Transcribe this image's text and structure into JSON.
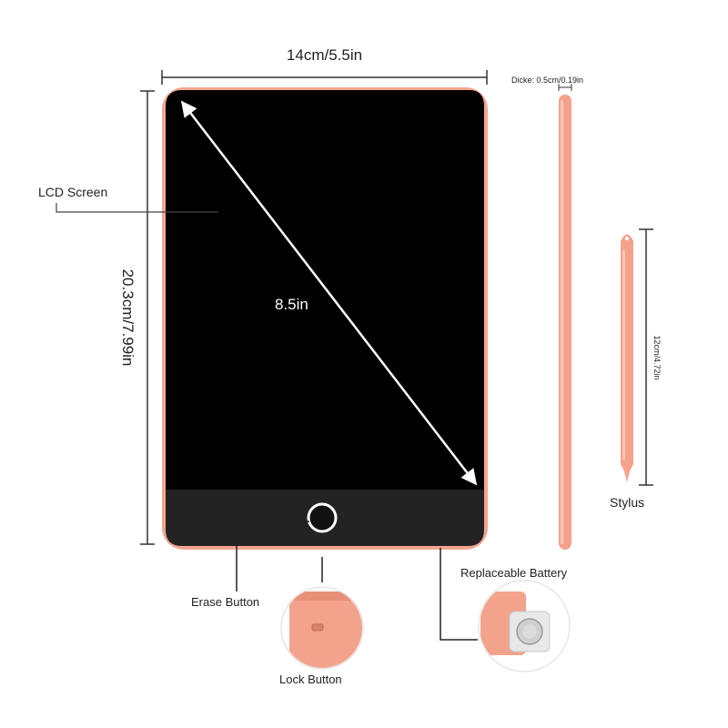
{
  "dimensions": {
    "width_label": "14cm/5.5in",
    "height_label": "20.3cm/7.99in",
    "diagonal_label": "8.5in",
    "stylus_thickness_label": "Dicke: 0.5cm/0.19in",
    "stylus_length_label": "12cm/4.72in"
  },
  "callouts": {
    "lcd_screen": "LCD Screen",
    "erase_button": "Erase Button",
    "lock_button": "Lock Button",
    "replaceable_battery": "Replaceable Battery",
    "stylus": "Stylus"
  },
  "colors": {
    "tablet_body": "#f4a58f",
    "screen": "#000000",
    "bottom_panel": "#222222",
    "stylus": "#f5a28d",
    "line": "#333333"
  }
}
